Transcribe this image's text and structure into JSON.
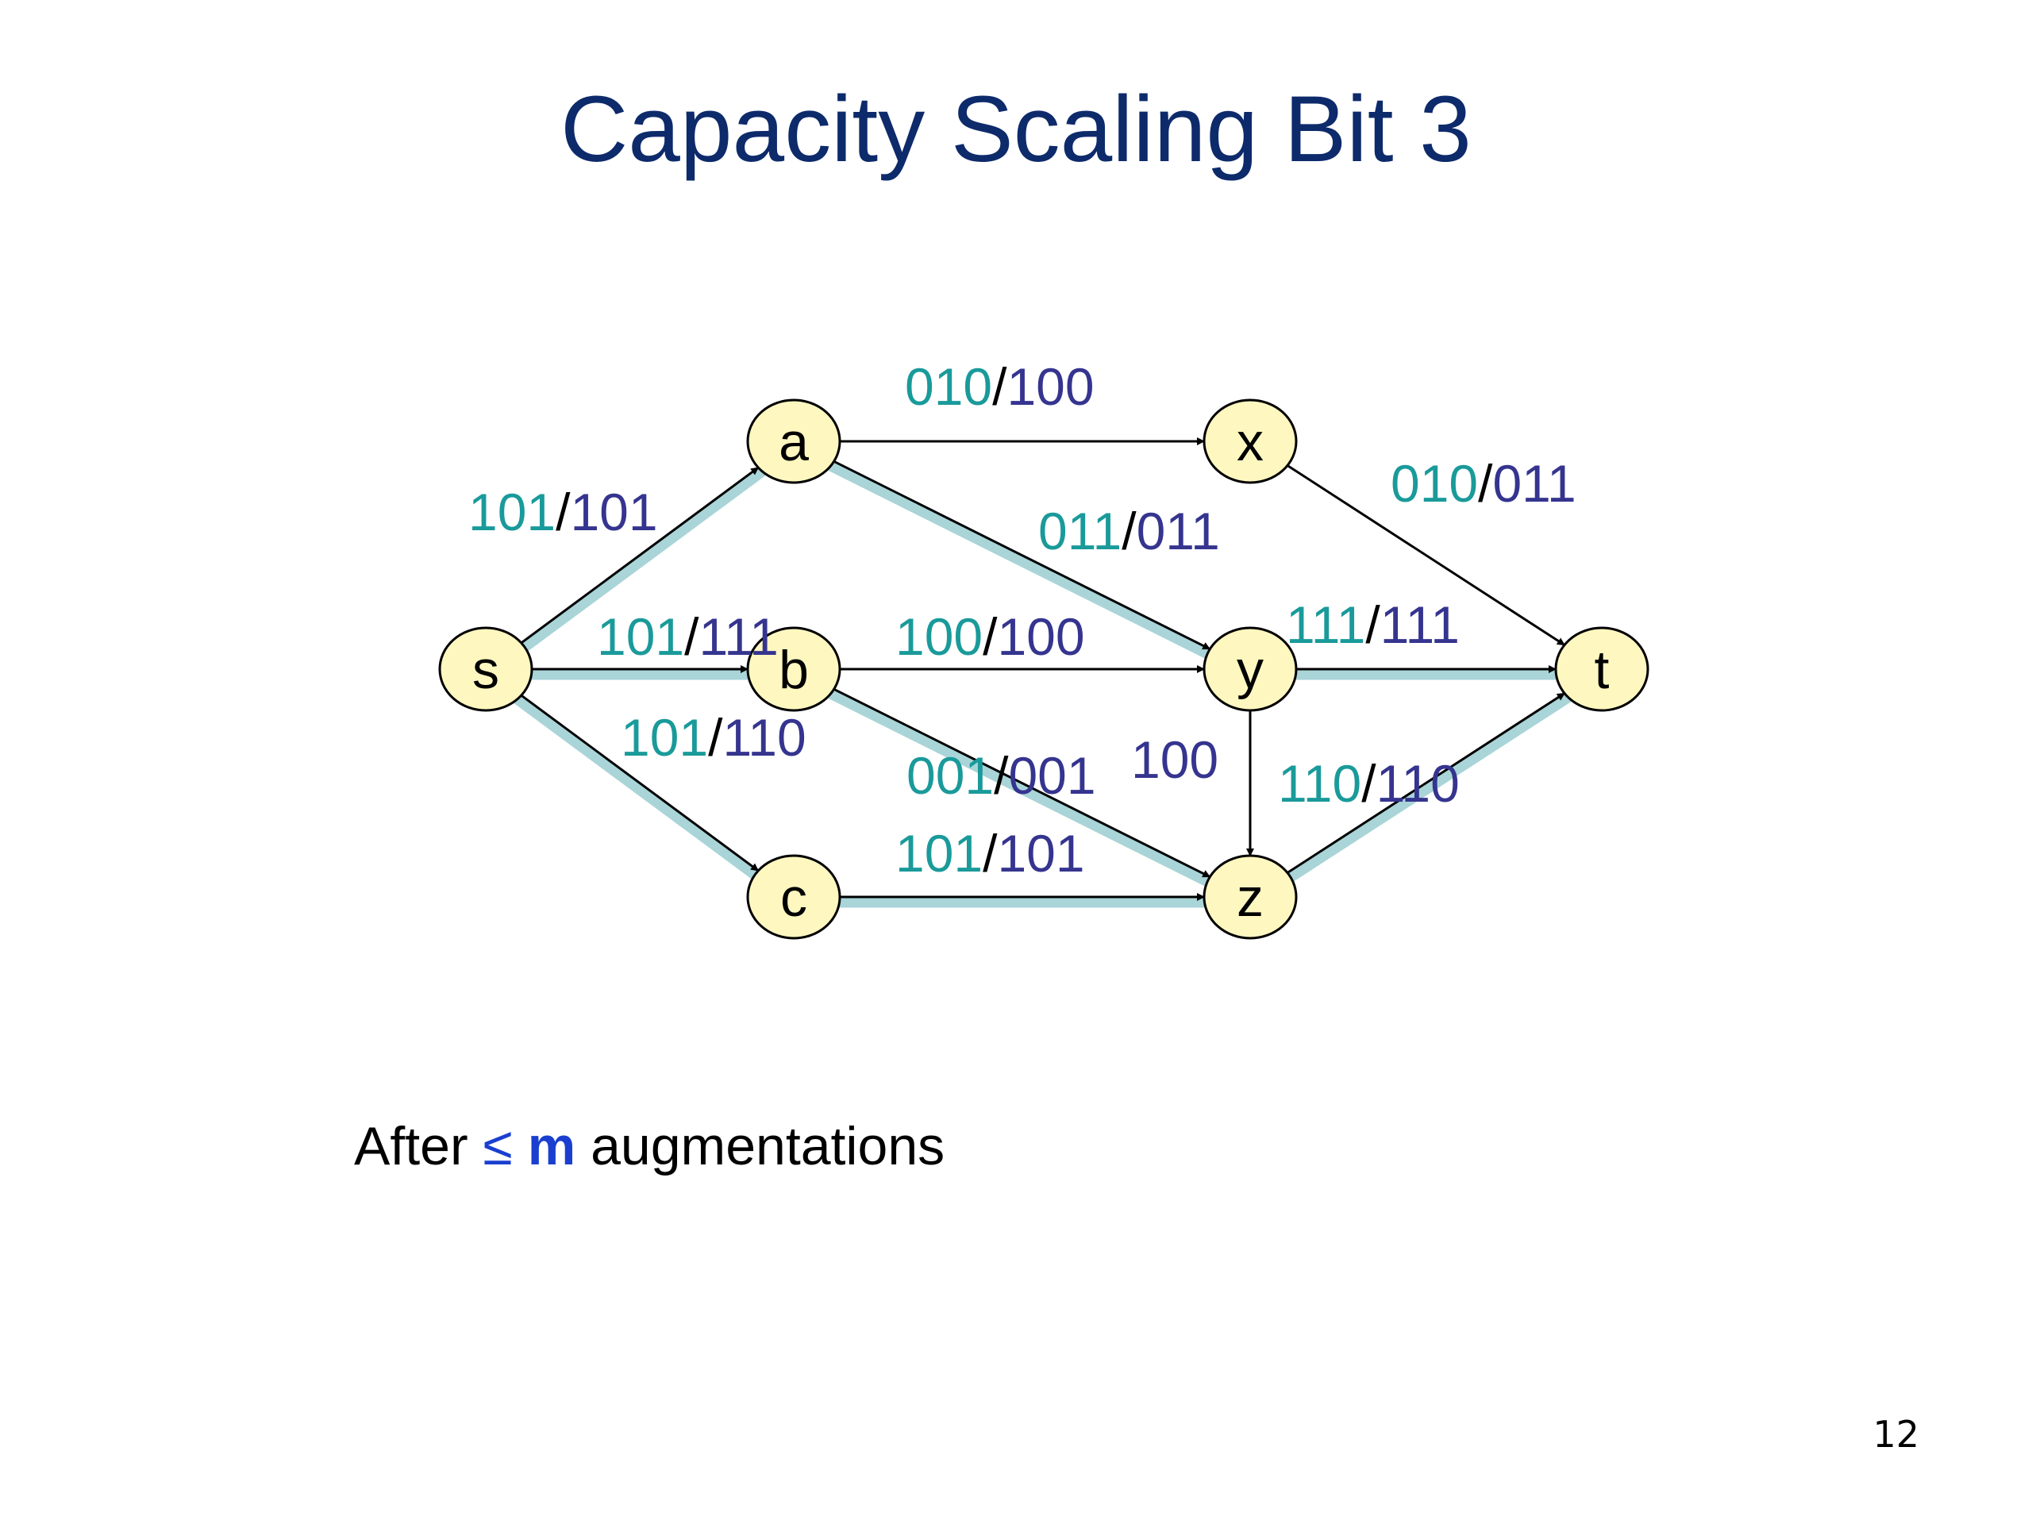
{
  "title": "Capacity Scaling Bit 3",
  "colors": {
    "title": "#0d2a6b",
    "flow": "#1a9a9a",
    "capacity": "#35348f",
    "separator": "#000000",
    "node_fill": "#fff7c0",
    "highlight": "#a9d4d8",
    "accent": "#1a3fd0"
  },
  "nodes": [
    {
      "id": "s",
      "label": "s"
    },
    {
      "id": "a",
      "label": "a"
    },
    {
      "id": "b",
      "label": "b"
    },
    {
      "id": "c",
      "label": "c"
    },
    {
      "id": "x",
      "label": "x"
    },
    {
      "id": "y",
      "label": "y"
    },
    {
      "id": "z",
      "label": "z"
    },
    {
      "id": "t",
      "label": "t"
    }
  ],
  "edges": [
    {
      "from": "s",
      "to": "a",
      "flow": "101",
      "capacity": "101",
      "highlighted": true
    },
    {
      "from": "s",
      "to": "b",
      "flow": "101",
      "capacity": "111",
      "highlighted": true
    },
    {
      "from": "s",
      "to": "c",
      "flow": "101",
      "capacity": "110",
      "highlighted": true
    },
    {
      "from": "a",
      "to": "x",
      "flow": "010",
      "capacity": "100",
      "highlighted": false
    },
    {
      "from": "a",
      "to": "y",
      "flow": "011",
      "capacity": "011",
      "highlighted": true
    },
    {
      "from": "b",
      "to": "y",
      "flow": "100",
      "capacity": "100",
      "highlighted": false
    },
    {
      "from": "b",
      "to": "z",
      "flow": "001",
      "capacity": "001",
      "highlighted": true
    },
    {
      "from": "c",
      "to": "z",
      "flow": "101",
      "capacity": "101",
      "highlighted": true
    },
    {
      "from": "x",
      "to": "t",
      "flow": "010",
      "capacity": "011",
      "highlighted": false
    },
    {
      "from": "y",
      "to": "t",
      "flow": "111",
      "capacity": "111",
      "highlighted": true
    },
    {
      "from": "y",
      "to": "z",
      "flow": "",
      "capacity": "100",
      "highlighted": false
    },
    {
      "from": "z",
      "to": "t",
      "flow": "110",
      "capacity": "110",
      "highlighted": true
    }
  ],
  "footer": {
    "prefix": "After ",
    "operator": "≤",
    "variable": "m",
    "suffix": " augmentations"
  },
  "page_number": "12"
}
